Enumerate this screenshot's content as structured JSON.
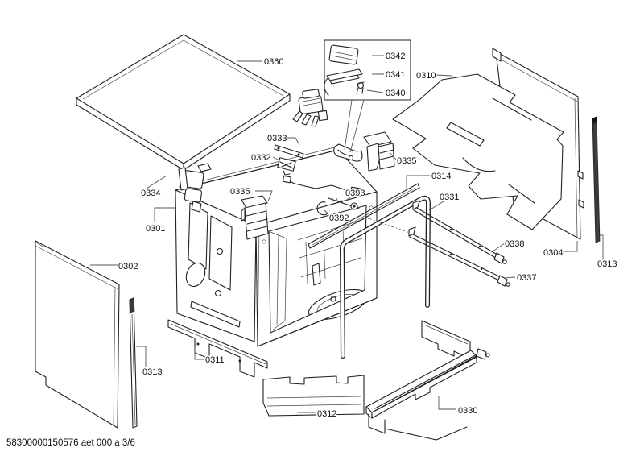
{
  "document": {
    "footer_code": "58300000150576 aet 000 a 3/6"
  },
  "colors": {
    "line": "#222222",
    "background": "#ffffff",
    "label_text": "#111111",
    "strip_dark": "#3a3a3a"
  },
  "callouts": [
    {
      "part": "top-panel",
      "text": "0360"
    },
    {
      "part": "detail-clamp",
      "text": "0342"
    },
    {
      "part": "detail-bracket",
      "text": "0341"
    },
    {
      "part": "detail-screw",
      "text": "0340"
    },
    {
      "part": "insulation-mat",
      "text": "0310"
    },
    {
      "part": "top-bracket",
      "text": "0333"
    },
    {
      "part": "top-clamp",
      "text": "0332"
    },
    {
      "part": "latch-left",
      "text": "0335"
    },
    {
      "part": "hinge",
      "text": "0334"
    },
    {
      "part": "tub-body",
      "text": "0301"
    },
    {
      "part": "latch-right",
      "text": "0335"
    },
    {
      "part": "trim-strip",
      "text": "0314"
    },
    {
      "part": "screw",
      "text": "0393"
    },
    {
      "part": "door-seal-frame",
      "text": "0331"
    },
    {
      "part": "clip",
      "text": "0392"
    },
    {
      "part": "rail-upper",
      "text": "0338"
    },
    {
      "part": "side-panel",
      "text": "0304"
    },
    {
      "part": "side-strip-right",
      "text": "0313"
    },
    {
      "part": "rail-lower",
      "text": "0337"
    },
    {
      "part": "door-panel",
      "text": "0302"
    },
    {
      "part": "side-strip-left",
      "text": "0313"
    },
    {
      "part": "base-side",
      "text": "0311"
    },
    {
      "part": "base-front-panel",
      "text": "0312"
    },
    {
      "part": "bottom-channel",
      "text": "0330"
    }
  ]
}
